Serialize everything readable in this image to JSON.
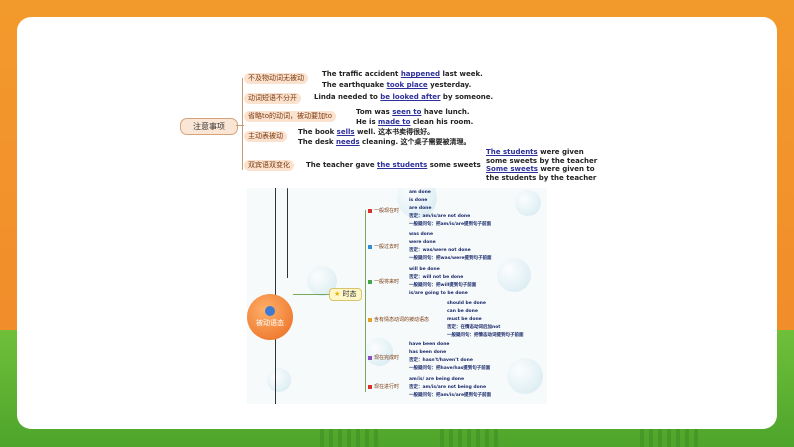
{
  "notes_map": {
    "root": "注意事项",
    "branches": [
      {
        "label": "不及物动词无被动",
        "examples": [
          {
            "pre": "The traffic accident ",
            "u": "happened",
            "post": " last week."
          },
          {
            "pre": "The earthquake ",
            "u": "took place",
            "post": " yesterday."
          }
        ]
      },
      {
        "label": "动词短语不分开",
        "examples": [
          {
            "pre": "Linda needed to ",
            "u": "be looked after",
            "post": " by someone."
          }
        ]
      },
      {
        "label": "省略to的动词，被动要加to",
        "examples": [
          {
            "pre": "Tom was ",
            "u": "seen to",
            "post": " have lunch."
          },
          {
            "pre": "He is ",
            "u": "made to",
            "post": " clean his room."
          }
        ]
      },
      {
        "label": "主动表被动",
        "examples": [
          {
            "pre": "The book ",
            "u": "sells",
            "post": " well. 这本书卖得很好。"
          },
          {
            "pre": "The desk ",
            "u": "needs",
            "post": " cleaning. 这个桌子需要被清理。"
          }
        ]
      },
      {
        "label": "双宾语双变化",
        "examples": [
          {
            "pre": "The teacher gave ",
            "u": "the students",
            "post": " some sweets"
          }
        ]
      }
    ],
    "results": [
      {
        "u": "The students",
        "post": " were given some sweets by the teacher"
      },
      {
        "u": "Some sweets",
        "post": " were given to the students by the teacher"
      }
    ]
  },
  "tense_map": {
    "hub": "被动语态",
    "tag": "时态",
    "categories": [
      {
        "label": "一般现在时",
        "color": "#d9312b",
        "leaves": [
          "am done",
          "is done",
          "are done",
          "否定：am/is/are not done",
          "一般疑问句：把am/is/are提到句子前面"
        ]
      },
      {
        "label": "一般过去时",
        "color": "#2f8ed8",
        "leaves": [
          "was done",
          "were done",
          "否定：was/were not done",
          "一般疑问句：把was/were提到句子前面"
        ]
      },
      {
        "label": "一般将来时",
        "color": "#44a54a",
        "leaves": [
          "will be done",
          "否定：will not be done",
          "一般疑问句：把will提到句子前面",
          "is/are going to be done"
        ]
      },
      {
        "label": "含有情态动词的被动语态",
        "color": "#e7a21f",
        "leaves": [
          "should be done",
          "can be done",
          "must be done",
          "否定：在情态动词后加not",
          "一般疑问句：把情态动词提到句子前面"
        ]
      },
      {
        "label": "现在完成时",
        "color": "#8a4fc0",
        "leaves": [
          "have been done",
          "has been done",
          "否定：hasn't/haven't done",
          "一般疑问句：把have/has提到句子前面"
        ]
      },
      {
        "label": "现在进行时",
        "color": "#d9312b",
        "leaves": [
          "am/is/ are being done",
          "否定：am/is/are not being done",
          "一般疑问句：把am/is/are提到句子前面"
        ]
      }
    ]
  }
}
